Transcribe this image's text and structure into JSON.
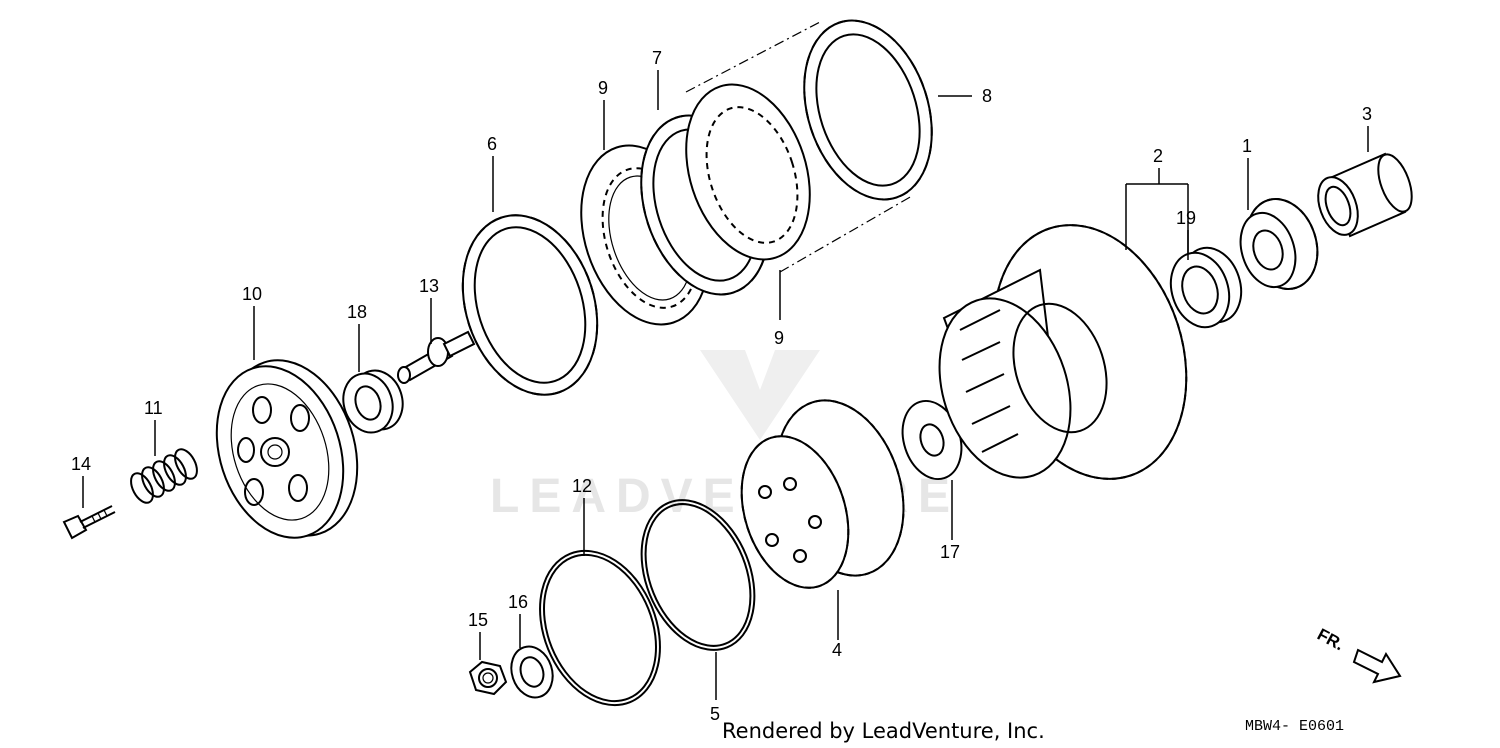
{
  "watermark": "LEADVENTURE",
  "callouts": [
    {
      "id": "c1",
      "label": "1"
    },
    {
      "id": "c2",
      "label": "2"
    },
    {
      "id": "c3",
      "label": "3"
    },
    {
      "id": "c4",
      "label": "4"
    },
    {
      "id": "c5",
      "label": "5"
    },
    {
      "id": "c6",
      "label": "6"
    },
    {
      "id": "c7",
      "label": "7"
    },
    {
      "id": "c8",
      "label": "8"
    },
    {
      "id": "c9a",
      "label": "9"
    },
    {
      "id": "c9b",
      "label": "9"
    },
    {
      "id": "c10",
      "label": "10"
    },
    {
      "id": "c11",
      "label": "11"
    },
    {
      "id": "c12",
      "label": "12"
    },
    {
      "id": "c13",
      "label": "13"
    },
    {
      "id": "c14",
      "label": "14"
    },
    {
      "id": "c15",
      "label": "15"
    },
    {
      "id": "c16",
      "label": "16"
    },
    {
      "id": "c17",
      "label": "17"
    },
    {
      "id": "c18",
      "label": "18"
    },
    {
      "id": "c19",
      "label": "19"
    }
  ],
  "direction_label": "FR.",
  "footer": "Rendered by LeadVenture, Inc.",
  "diagram_code": "MBW4- E0601"
}
